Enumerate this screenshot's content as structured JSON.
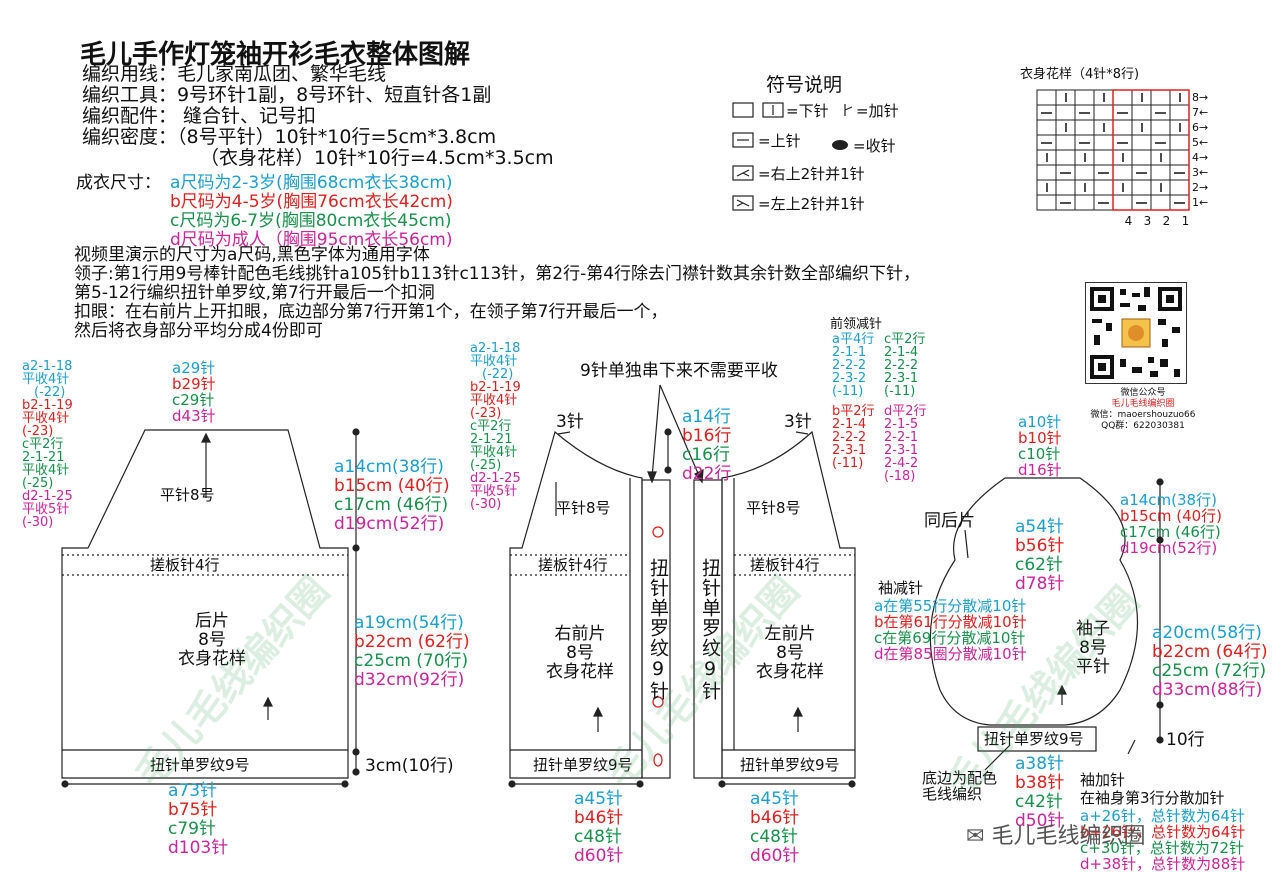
{
  "header": {
    "title": "毛儿手作灯笼袖开衫毛衣整体图解",
    "yarn": "编织用线：毛儿家南瓜团、繁华毛线",
    "tools": "编织工具：9号环针1副，8号环针、短直针各1副",
    "accessories": "编织配件：    缝合针、记号扣",
    "density1": "编织密度：（8号平针）10针*10行=5cm*3.8cm",
    "density2": "（衣身花样）10针*10行=4.5cm*3.5cm"
  },
  "sizes": {
    "label": "成衣尺寸：",
    "a": "a尺码为2-3岁(胸围68cm衣长38cm)",
    "b": "b尺码为4-5岁(胸围76cm衣长42cm)",
    "c": "c尺码为6-7岁(胸围80cm衣长45cm)",
    "d": "d尺码为成人（胸围95cm衣长56cm)"
  },
  "notes": {
    "line1": "视频里演示的尺寸为a尺码,黑色字体为通用字体",
    "line2": "领子:第1行用9号棒针配色毛线挑针a105针b113针c113针，第2行-第4行除去门襟针数其余针数全部编织下针，",
    "line3": "第5-12行编织扭针单罗纹,第7行开最后一个扣洞",
    "line4": "扣眼：在右前片上开扣眼，底边部分第7行开第1个，在领子第7行开最后一个，",
    "line5": "然后将衣身部分平均分成4份即可"
  },
  "legend": {
    "title": "符号说明",
    "knit": "=下针",
    "inc": "=加针",
    "purl": "=上针",
    "bindoff": "=收针",
    "right_dec": "=右上2针并1针",
    "left_dec": "=左上2针并1针"
  },
  "pattern": {
    "title": "衣身花样（4针*8行)",
    "rows": [
      "8→",
      "7←",
      "6→",
      "5←",
      "4→",
      "3←",
      "2→",
      "1←"
    ],
    "cols": [
      "4",
      "3",
      "2",
      "1"
    ]
  },
  "qr": {
    "caption1": "微信公众号",
    "caption2": "毛儿毛线编织圈",
    "caption3": "微信：maoershouzuo66",
    "caption4": "QQ群：622030381"
  },
  "back": {
    "armhole_a": [
      "a2-1-18",
      "平收4针",
      "(-22)"
    ],
    "armhole_b": [
      "b2-1-19",
      "平收4针",
      "(-23)"
    ],
    "armhole_c": [
      "c平2行",
      "2-1-21",
      "平收4针",
      "(-25)"
    ],
    "armhole_d": [
      "d2-1-25",
      "平收5针",
      "(-30)"
    ],
    "top_sts": [
      "a29针",
      "b29针",
      "c29针",
      "d43针"
    ],
    "yoke": "平针8号",
    "row_band": "搓板针4行",
    "body": [
      "后片",
      "8号",
      "衣身花样"
    ],
    "rib": "扭针单罗纹9号",
    "yoke_len": [
      "a14cm(38行)",
      "b15cm (40行)",
      "c17cm (46行)",
      "d19cm(52行)"
    ],
    "body_len": [
      "a19cm(54行)",
      "b22cm (62行)",
      "c25cm (70行)",
      "d32cm(92行)"
    ],
    "rib_len": "3cm(10行)",
    "bottom_sts": [
      "a73针",
      "b75针",
      "c79针",
      "d103针"
    ]
  },
  "front": {
    "armhole_a": [
      "a2-1-18",
      "平收4针",
      "(-22)"
    ],
    "armhole_b": [
      "b2-1-19",
      "平收4针",
      "(-23)"
    ],
    "armhole_c": [
      "c平2行",
      "2-1-21",
      "平收4针",
      "(-25)"
    ],
    "armhole_d": [
      "d2-1-25",
      "平收5针",
      "(-30)"
    ],
    "note_9": "9针单独串下来不需要平收",
    "right_3": "3针",
    "left_3": "3针",
    "placket_rows": [
      "a14行",
      "b16行",
      "c16行",
      "d22行"
    ],
    "yoke_right": "平针8号",
    "yoke_left": "平针8号",
    "row_band_right": "搓板针4行",
    "row_band_left": "搓板针4行",
    "right_body": [
      "右前片",
      "8号",
      "衣身花样"
    ],
    "left_body": [
      "左前片",
      "8号",
      "衣身花样"
    ],
    "placket_right": "扭针单罗纹9针",
    "placket_left": "扭针单罗纹9针",
    "rib_right": "扭针单罗纹9号",
    "rib_left": "扭针单罗纹9号",
    "bottom_right": [
      "a45针",
      "b46针",
      "c48针",
      "d60针"
    ],
    "bottom_left": [
      "a45针",
      "b46针",
      "c48针",
      "d60针"
    ],
    "neck_title": "前领减针",
    "neck_a": [
      "a平4行",
      "2-1-1",
      "2-2-2",
      "2-3-2",
      "(-11)"
    ],
    "neck_c": [
      "c平2行",
      "2-1-4",
      "2-2-2",
      "2-3-1",
      "(-11)"
    ],
    "neck_b": [
      "b平2行",
      "2-1-4",
      "2-2-2",
      "2-3-1",
      "(-11)"
    ],
    "neck_d": [
      "d平2行",
      "2-1-5",
      "2-2-1",
      "2-3-1",
      "2-4-2",
      "(-18)"
    ]
  },
  "sleeve": {
    "top_rows": [
      "a10针",
      "b10针",
      "c10针",
      "d16针"
    ],
    "same_back": "同后片",
    "cap_len": [
      "a14cm(38行)",
      "b15cm (40行)",
      "c17cm (46行)",
      "d19cm(52行)"
    ],
    "cap_sts": [
      "a54针",
      "b56针",
      "c62针",
      "d78针"
    ],
    "dec_title": "袖减针",
    "dec": [
      "a在第55行分散减10针",
      "b在第61行分散减10针",
      "c在第69行分散减10针",
      "d在第85圈分散减10针"
    ],
    "body": [
      "袖子",
      "8号",
      "平针"
    ],
    "len": [
      "a20cm(58行)",
      "b22cm (64行)",
      "c25cm (72行)",
      "d33cm(88行)"
    ],
    "rib": "扭针单罗纹9号",
    "rib_rows": "10行",
    "bottom_note": [
      "底边为配色",
      "毛线编织"
    ],
    "bottom_sts": [
      "a38针",
      "b38针",
      "c42针",
      "d50针"
    ],
    "inc_title": "袖加针",
    "inc_desc": "在袖身第3行分散加针",
    "inc": [
      "a+26针，总针数为64针",
      "b+26针，总针数为64针",
      "c+30针，总针数为72针",
      "d+38针，总针数为88针"
    ]
  },
  "watermark": "毛儿毛线编织圈",
  "colors": {
    "a": "#1a9fd0",
    "b": "#e0201e",
    "c": "#17924a",
    "d": "#d0229a"
  }
}
